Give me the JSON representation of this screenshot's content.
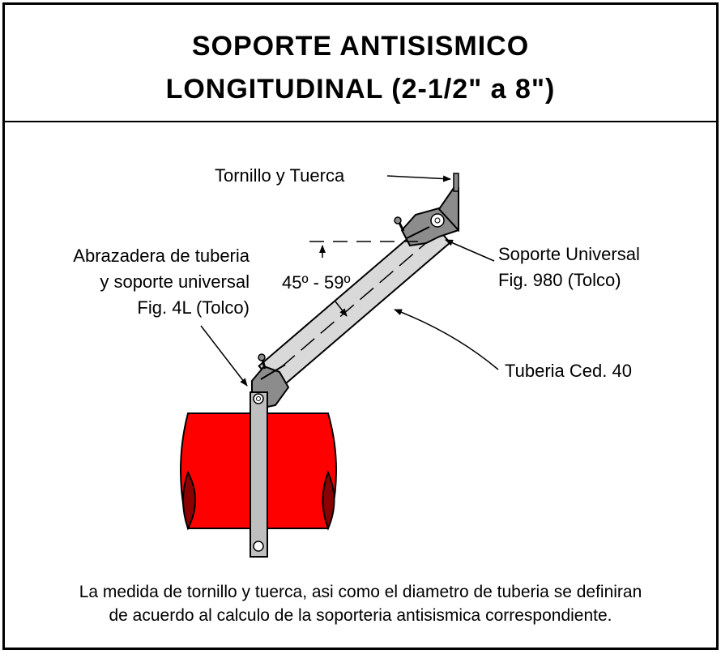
{
  "title": {
    "line1": "SOPORTE ANTISISMICO",
    "line2": "LONGITUDINAL (2-1/2\" a 8\")"
  },
  "labels": {
    "bolt_nut": "Tornillo y Tuerca",
    "clamp_line1": "Abrazadera de tuberia",
    "clamp_line2": "y soporte universal",
    "clamp_line3": "Fig. 4L (Tolco)",
    "universal_line1": "Soporte Universal",
    "universal_line2": "Fig. 980  (Tolco)",
    "angle": "45º - 59º",
    "pipe": "Tuberia Ced. 40"
  },
  "note": {
    "line1": "La medida de tornillo y tuerca, asi como el diametro de tuberia se definiran",
    "line2": "de acuerdo al calculo de la soporteria antisismica correspondiente."
  },
  "colors": {
    "main_pipe": "#ff0000",
    "main_pipe_end": "#8b0000",
    "brace_pipe": "#d9d9d9",
    "bracket": "#8c8c8c"
  }
}
